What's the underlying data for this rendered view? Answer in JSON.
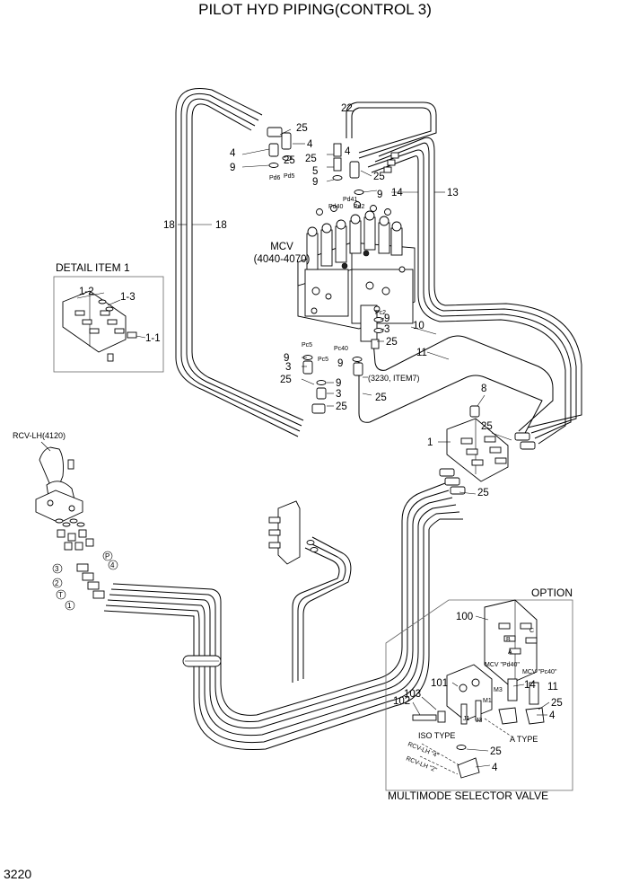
{
  "title": "PILOT HYD PIPING(CONTROL 3)",
  "page_number": "3220",
  "detail": {
    "heading": "DETAIL ITEM 1",
    "labels": [
      "1-2",
      "1-3",
      "1-1"
    ]
  },
  "option": {
    "heading": "OPTION",
    "footer": "MULTIMODE SELECTOR VALVE",
    "iso_type": "ISO  TYPE",
    "a_type": "A  TYPE",
    "mcv_pc40": "MCV \"Pc40\"",
    "mcv_pd40": "MCV \"Pd40\"",
    "rcv_lh_4": "RCV-LH \"4\"",
    "rcv_lh_2": "RCV-LH \"2\"",
    "labels": [
      "100",
      "101",
      "102",
      "103",
      "14",
      "11",
      "25",
      "4",
      "25",
      "4"
    ],
    "ports": [
      "M3",
      "M1",
      "J1",
      "J3",
      "A",
      "B",
      "C"
    ]
  },
  "mcv": {
    "line1": "MCV",
    "line2": "(4040-4070)",
    "note": "(3230, ITEM7)"
  },
  "rcv": {
    "label": "RCV-LH(4120)"
  },
  "ports": [
    "Pd6",
    "Pd5",
    "Pd40",
    "Pd41",
    "Pd2",
    "Pc2",
    "Pc5",
    "Pc40",
    "Pc5"
  ],
  "callouts": [
    "25",
    "4",
    "25",
    "4",
    "9",
    "22",
    "4",
    "25",
    "5",
    "9",
    "25",
    "9",
    "14",
    "13",
    "18",
    "18",
    "9",
    "3",
    "25",
    "10",
    "11",
    "9",
    "3",
    "25",
    "9",
    "3",
    "25",
    "9",
    "25",
    "8",
    "25",
    "1",
    "25"
  ],
  "rcv_port_marks": [
    "3",
    "P",
    "4",
    "2",
    "T",
    "1"
  ],
  "icons": [
    "mcv-valve-block",
    "remote-control-valve",
    "terminal-block",
    "multimode-selector-valve"
  ]
}
